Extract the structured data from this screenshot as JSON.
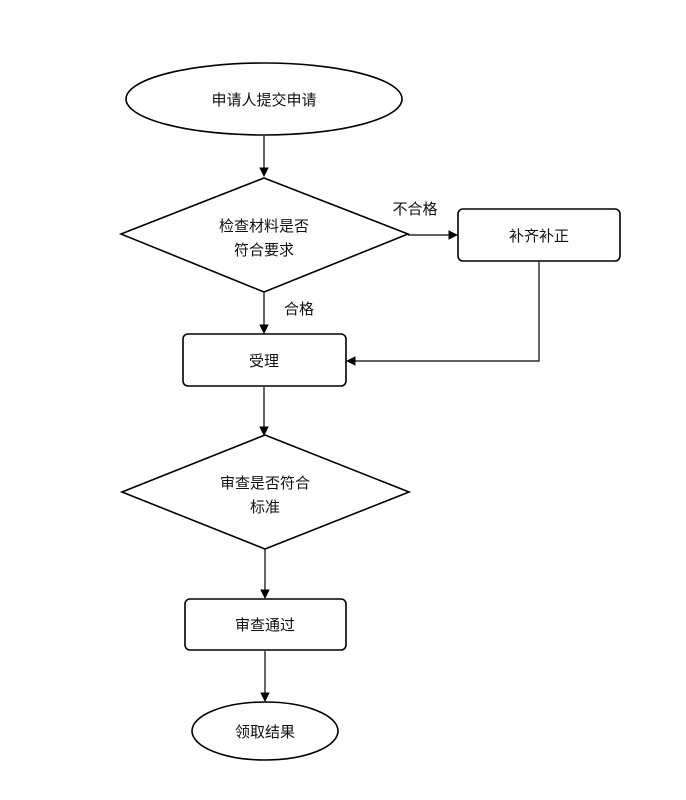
{
  "flowchart": {
    "nodes": {
      "start": "申请人提交申请",
      "check_materials": [
        "检查材料是否",
        "符合要求"
      ],
      "supplement": "补齐补正",
      "accept": "受理",
      "review": [
        "审查是否符合",
        "标准"
      ],
      "approved": "审查通过",
      "end": "领取结果"
    },
    "edge_labels": {
      "fail": "不合格",
      "pass": "合格"
    }
  }
}
